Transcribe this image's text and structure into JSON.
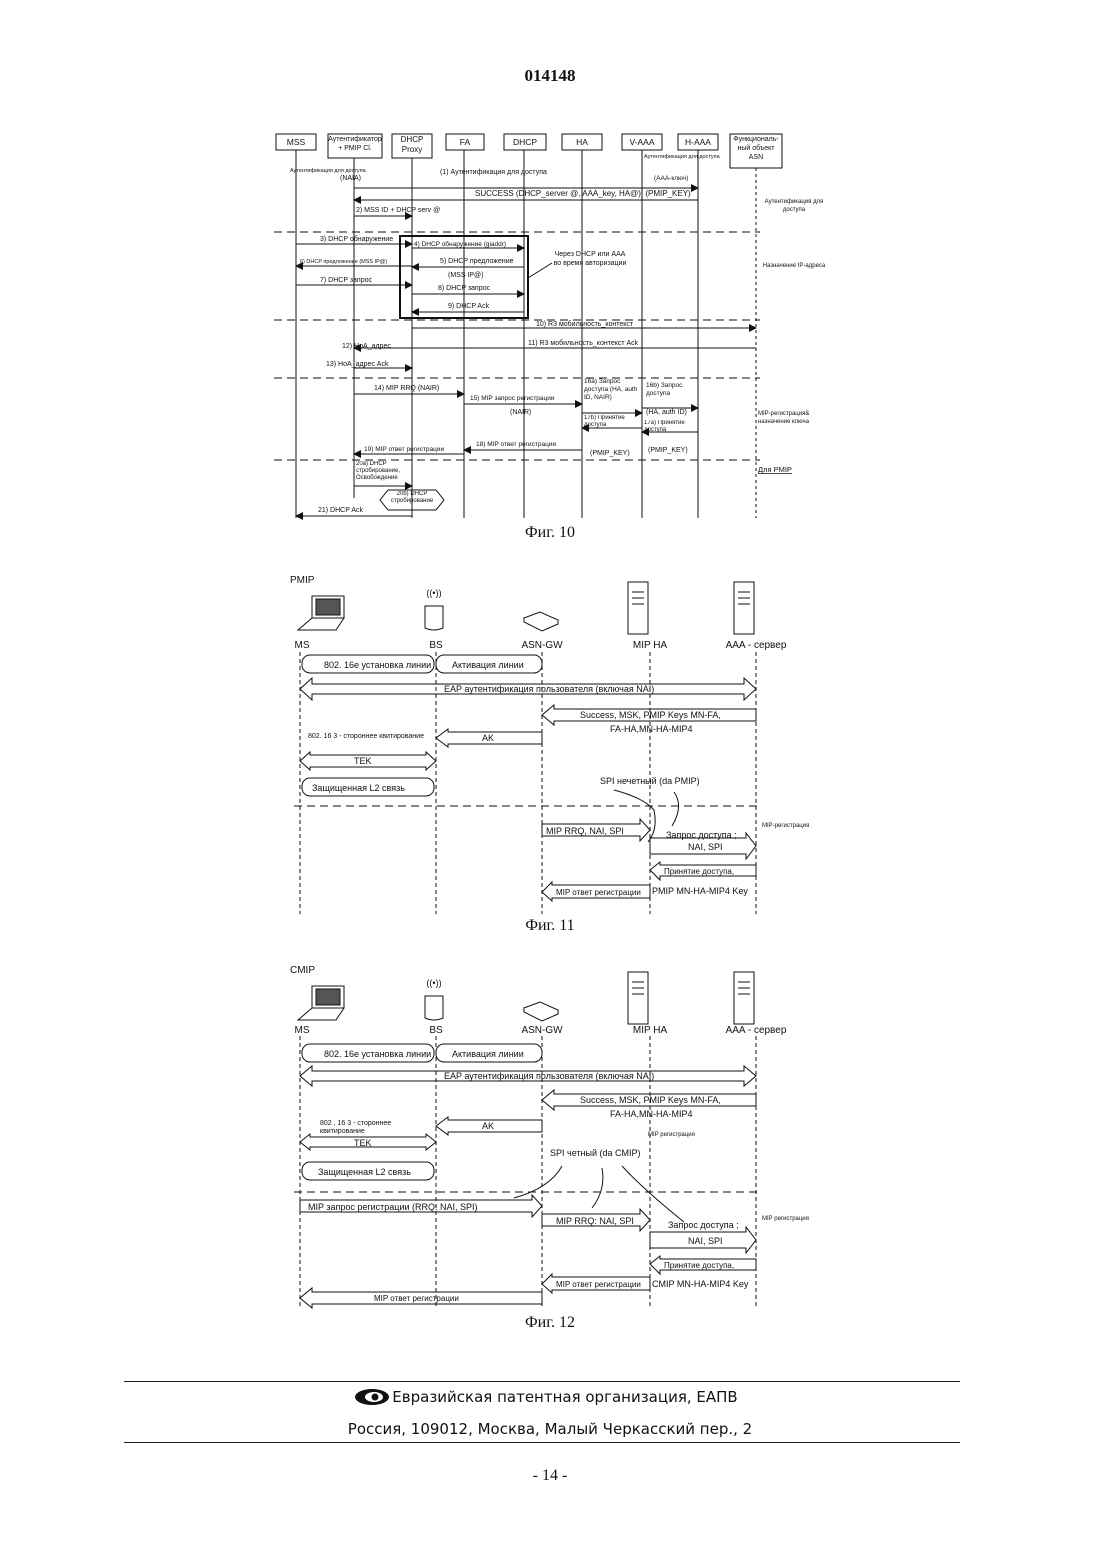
{
  "document_number": "014148",
  "page_number": "- 14 -",
  "colors": {
    "ink": "#111111",
    "background": "#ffffff"
  },
  "fig10": {
    "caption": "Фиг. 10",
    "entities": [
      {
        "label": "MSS"
      },
      {
        "label": "Аутентификатор + PMIP Cl."
      },
      {
        "label": "DHCP Proxy"
      },
      {
        "label": "FA"
      },
      {
        "label": "DHCP"
      },
      {
        "label": "HA"
      },
      {
        "label": "V-AAA"
      },
      {
        "label": "H-AAA"
      },
      {
        "label": "Функциональ-ный объект ASN"
      }
    ],
    "messages": [
      {
        "text": "(1) Аутентификация для доступа"
      },
      {
        "text": "Аутентификация для доступа"
      },
      {
        "text": "(NAIA)"
      },
      {
        "text": "Аутентификация для доступа"
      },
      {
        "text": "(AAA-ключ)"
      },
      {
        "text": "SUCCESS (DHCP_server @, AAA_key, HA@), (PMIP_KEY)"
      },
      {
        "text": "2) MSS ID + DHCP serv @"
      },
      {
        "text": "3) DHCP обнаружение"
      },
      {
        "text": "4) DHCP обнаружение (giaddr)"
      },
      {
        "text": "5) DHCP предложение"
      },
      {
        "text": "(MSS IP@)"
      },
      {
        "text": "6) DHCP предложение (MSS IP@)"
      },
      {
        "text": "7) DHCP запрос"
      },
      {
        "text": "8) DHCP запрос"
      },
      {
        "text": "9) DHCP Ack"
      },
      {
        "text": "Через DHCP или AAA во время авторизации"
      },
      {
        "text": "10) R3 мобильность_контекст"
      },
      {
        "text": "11) R3 мобильность_контекст Ack"
      },
      {
        "text": "12) HoA_адрес"
      },
      {
        "text": "13) HoA_адрес Ack"
      },
      {
        "text": "14) MIP RRQ (NAIR)"
      },
      {
        "text": "15) MIP запрос регистрации"
      },
      {
        "text": "(NAIR)"
      },
      {
        "text": "16a) Запрос доступа (HA, auth ID, NAIR)"
      },
      {
        "text": "16b) Запрос доступа"
      },
      {
        "text": "(HA, auth ID)"
      },
      {
        "text": "17b) Принятие доступа"
      },
      {
        "text": "17a) Принятие доступа"
      },
      {
        "text": "18) MIP ответ регистрации"
      },
      {
        "text": "19) MIP ответ регистрации"
      },
      {
        "text": "(PMIP_KEY)"
      },
      {
        "text": "(PMIP_KEY)"
      },
      {
        "text": "20a) DHCP стробирование, Освобождение"
      },
      {
        "text": "20b) DHCP стробирование"
      },
      {
        "text": "21) DHCP Ack"
      }
    ],
    "phases": [
      {
        "text": "Аутентификация для доступа"
      },
      {
        "text": "Назначение IP-адреса"
      },
      {
        "text": "MIP-регистрация& назначение ключа"
      },
      {
        "text": "Для PMIP"
      }
    ]
  },
  "fig11": {
    "caption": "Фиг. 11",
    "mode": "PMIP",
    "entities": [
      {
        "label": "MS"
      },
      {
        "label": "BS"
      },
      {
        "label": "ASN-GW"
      },
      {
        "label": "MIP HA"
      },
      {
        "label": "AAA - сервер"
      }
    ],
    "messages": [
      {
        "text": "802. 16e установка линии"
      },
      {
        "text": "Активация линии"
      },
      {
        "text": "EAP аутентификация пользователя (включая NAI)"
      },
      {
        "text": "Success, MSK, PMIP Keys MN-FA,"
      },
      {
        "text": "FA-HA,MN-HA-MIP4"
      },
      {
        "text": "AK"
      },
      {
        "text": "802. 16 3 - стороннее квитирование"
      },
      {
        "text": "TEK"
      },
      {
        "text": "Защищенная L2 связь"
      },
      {
        "text": "SPI нечетный (da PMIP)"
      },
      {
        "text": "MIP-регистрация"
      },
      {
        "text": "MIP RRQ, NAI, SPI"
      },
      {
        "text": "Запрос доступа ;"
      },
      {
        "text": "NAI, SPI"
      },
      {
        "text": "Принятие доступа,"
      },
      {
        "text": "PMIP MN-HA-MIP4 Key"
      },
      {
        "text": "MIP ответ регистрации"
      }
    ]
  },
  "fig12": {
    "caption": "Фиг. 12",
    "mode": "CMIP",
    "entities": [
      {
        "label": "MS"
      },
      {
        "label": "BS"
      },
      {
        "label": "ASN-GW"
      },
      {
        "label": "MIP HA"
      },
      {
        "label": "AAA - сервер"
      }
    ],
    "messages": [
      {
        "text": "802. 16e установка линии"
      },
      {
        "text": "Активация линии"
      },
      {
        "text": "EAP аутентификация пользователя (включая NAI)"
      },
      {
        "text": "Success, MSK, PMIP Keys MN-FA,"
      },
      {
        "text": "FA-HA,MN-HA-MIP4"
      },
      {
        "text": "MIP регистрация"
      },
      {
        "text": "AK"
      },
      {
        "text": "802 , 16 3 - стороннее квитирование"
      },
      {
        "text": "TEK"
      },
      {
        "text": "Защищенная L2 связь"
      },
      {
        "text": "SPI четный (da CMIP)"
      },
      {
        "text": "MIP запрос регистрации (RRQ: NAI, SPI)"
      },
      {
        "text": "MIP RRQ: NAI, SPI"
      },
      {
        "text": "MIP регистрация"
      },
      {
        "text": "Запрос доступа ;"
      },
      {
        "text": "NAI, SPI"
      },
      {
        "text": "Принятие доступа,"
      },
      {
        "text": "CMIP MN-HA-MIP4 Key"
      },
      {
        "text": "MIP ответ регистрации"
      },
      {
        "text": "MIP ответ регистрации"
      }
    ]
  },
  "footer": {
    "organization": "Евразийская патентная организация, ЕАПВ",
    "address": "Россия, 109012, Москва, Малый Черкасский пер., 2"
  }
}
